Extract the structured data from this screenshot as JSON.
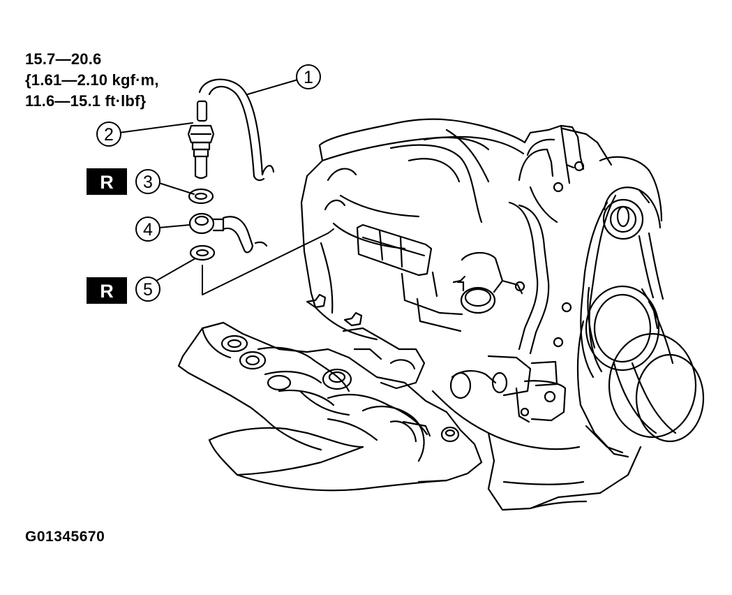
{
  "torque_spec": {
    "line1": "15.7—20.6",
    "line2": "{1.61—2.10 kgf·m,",
    "line3": "11.6—15.1 ft·lbf}"
  },
  "callouts": [
    {
      "number": "1",
      "part": "hose"
    },
    {
      "number": "2",
      "part": "fitting"
    },
    {
      "number": "3",
      "part": "washer"
    },
    {
      "number": "4",
      "part": "banjo-connector"
    },
    {
      "number": "5",
      "part": "washer"
    }
  ],
  "replace_badge": "R",
  "figure_id": "G01345670"
}
